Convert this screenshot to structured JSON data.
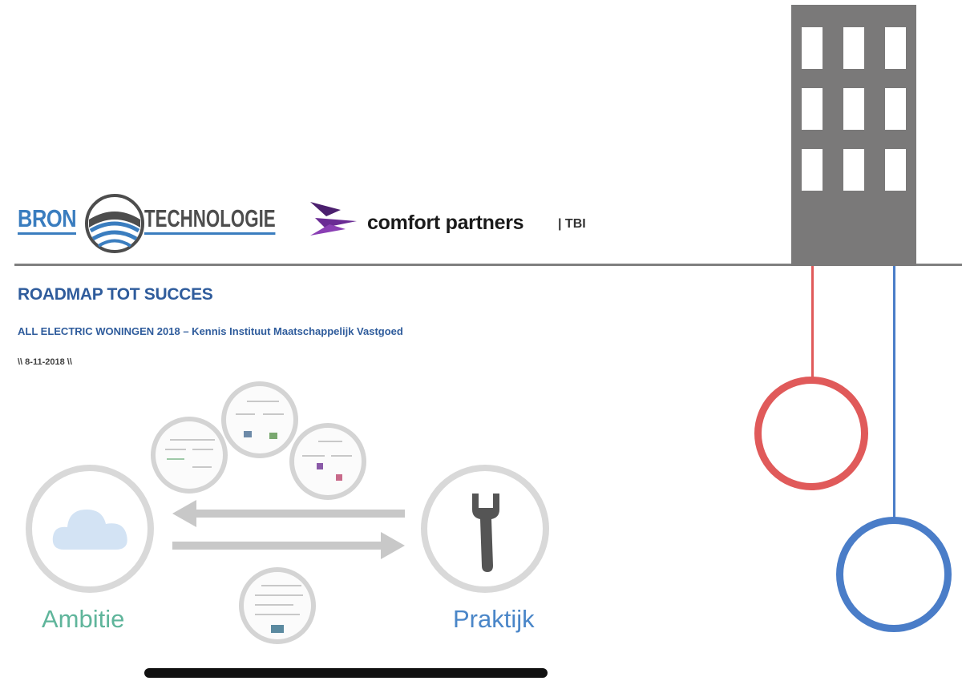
{
  "logos": {
    "bron_part1": "BRON",
    "bron_part2": "TECHNOLOGIE",
    "comfort": "comfort partners",
    "tbi": "| TBI"
  },
  "heading": {
    "title": "ROADMAP TOT SUCCES",
    "subtitle": "ALL ELECTRIC WONINGEN 2018 – Kennis Instituut Maatschappelijk Vastgoed",
    "date": "\\\\ 8-11-2018 \\\\"
  },
  "diagram": {
    "left_label": "Ambitie",
    "right_label": "Praktijk",
    "left_icon": "cloud-icon",
    "right_icon": "wrench-icon"
  },
  "colors": {
    "building": "#7a7979",
    "pipe_red": "#e05a5a",
    "pipe_blue": "#4a7dc8",
    "title_blue": "#2f5c9c",
    "ambitie_green": "#5fb59b",
    "praktijk_blue": "#4a86c8"
  }
}
